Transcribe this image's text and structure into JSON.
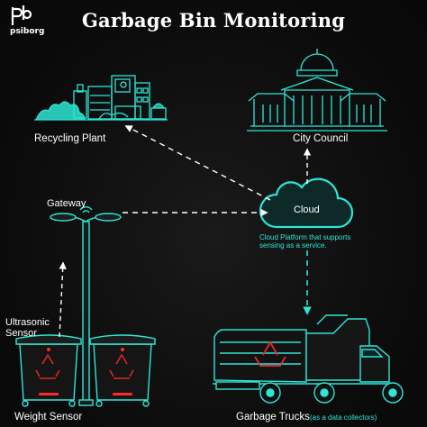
{
  "header": {
    "title": "Garbage Bin Monitoring",
    "logo_text": "psiborg"
  },
  "nodes": {
    "recycling_plant": "Recycling Plant",
    "city_council": "City Council",
    "gateway": "Gateway",
    "cloud": "Cloud",
    "cloud_note_line1": "Cloud Platform that supports",
    "cloud_note_line2": "sensing as a service.",
    "ultrasonic_line1": "Ultrasonic",
    "ultrasonic_line2": "Sensor",
    "weight_sensor": "Weight Sensor",
    "garbage_trucks": "Garbage Trucks",
    "trucks_note": "(as a data collectors)"
  },
  "colors": {
    "accent": "#2ee6d6",
    "background": "#0d0d0d",
    "recycle_red": "#d8282b",
    "sensor_red": "#ff2a2a",
    "text": "#ffffff"
  },
  "icons": {
    "logo": "psiborg-logo-icon",
    "factory": "factory-icon",
    "capitol": "capitol-building-icon",
    "cloud": "cloud-icon",
    "streetlight": "streetlight-gateway-icon",
    "bins": "garbage-bin-icon",
    "truck": "garbage-truck-icon"
  }
}
